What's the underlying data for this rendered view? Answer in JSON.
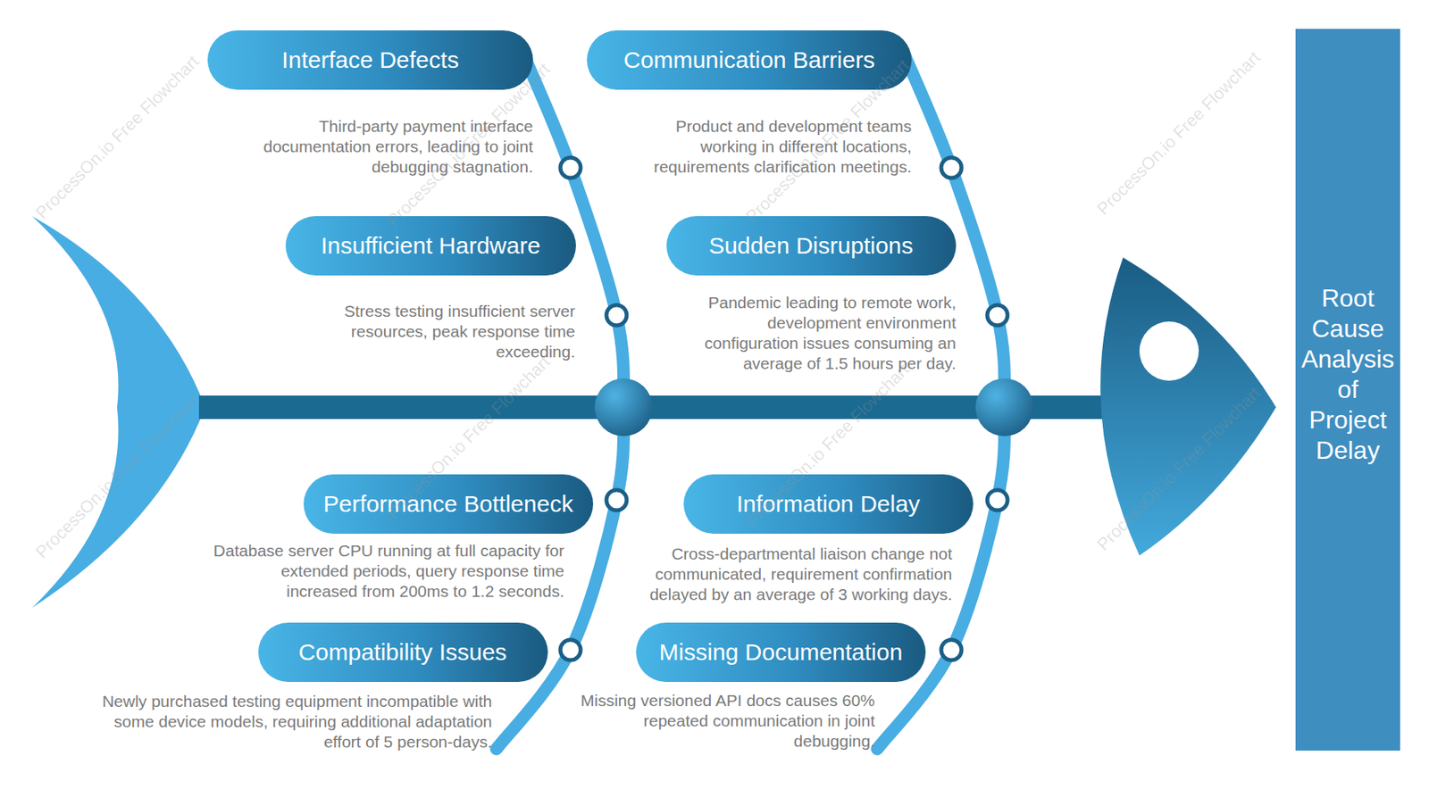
{
  "diagram": {
    "nodes": [
      {
        "text": [
          "Interface Defects",
          "Third-party payment interface documentation errors, leading to joint debugging stagnation."
        ]
      },
      {
        "text": [
          "Communication Barriers",
          "Product and development teams working in different locations, requirements clarification meetings."
        ]
      },
      {
        "text": [
          "Insufficient Hardware",
          "Stress testing insufficient server resources, peak response time exceeding."
        ]
      },
      {
        "text": [
          "Sudden Disruptions",
          "Pandemic leading to remote work, development environment configuration issues consuming an average of 1.5 hours per day."
        ]
      },
      {
        "text": [
          "Performance Bottleneck",
          "Database server CPU running at full capacity for extended periods, query response time increased from 200ms to 1.2 seconds."
        ]
      },
      {
        "text": [
          "Information Delay",
          "Cross-departmental liaison change not communicated, requirement confirmation delayed by an average of 3 working days."
        ]
      },
      {
        "text": [
          "Compatibility Issues",
          "Newly purchased testing equipment incompatible with some device models, requiring additional adaptation effort of 5 person-days."
        ]
      },
      {
        "text": [
          "Missing Documentation",
          "Missing versioned API docs causes 60% repeated communication in joint debugging."
        ]
      },
      {
        "text": [
          "Root Cause Analysis of Project Delay"
        ]
      }
    ],
    "labels": [
      "ProcessOn.io Free Flowchart",
      "ProcessOn.io Free Flowchart",
      "ProcessOn.io Free Flowchart",
      "ProcessOn.io Free Flowchart",
      "ProcessOn.io Free Flowchart",
      "ProcessOn.io Free Flowchart",
      "ProcessOn.io Free Flowchart",
      "ProcessOn.io Free Flowchart"
    ]
  }
}
